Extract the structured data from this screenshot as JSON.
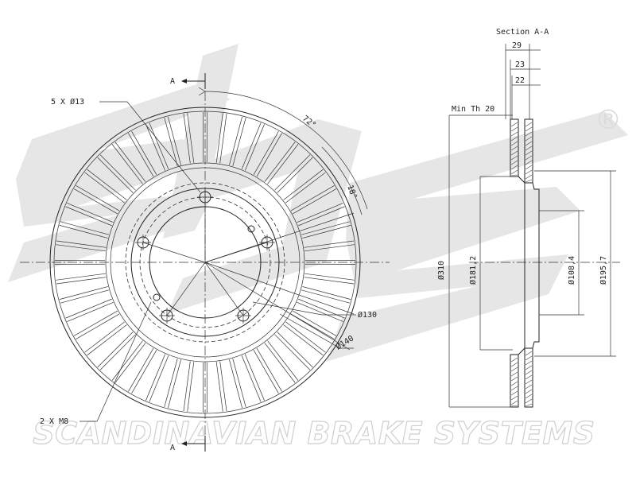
{
  "brand": {
    "watermark_logo": "sbs",
    "registered_mark": "®",
    "tagline": "SCANDINAVIAN BRAKE SYSTEMS"
  },
  "labels": {
    "section_title": "Section A-A",
    "section_mark_top": "A",
    "section_mark_bottom": "A",
    "bolt_holes": "5 X Ø13",
    "threaded_holes": "2 X M8",
    "min_thickness": "Min Th 20",
    "angle_large": "72°",
    "angle_small": "18°",
    "pcd_130": "Ø130",
    "pcd_140": "Ø140",
    "dia_310": "Ø310",
    "dia_181": "Ø181,2",
    "dia_108": "Ø108,4",
    "dia_195": "Ø195,7",
    "width_29": "29",
    "width_23": "23",
    "width_22": "22"
  }
}
